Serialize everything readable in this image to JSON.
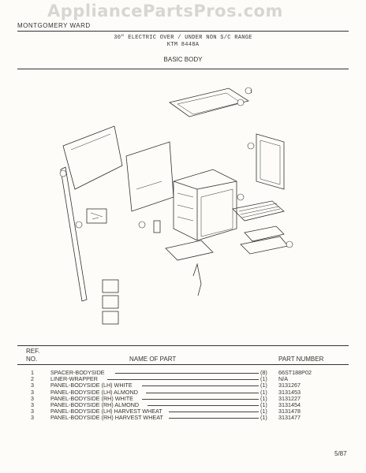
{
  "watermark": "AppliancePartsPros.com",
  "brand": "MONTGOMERY WARD",
  "header": {
    "line1": "30\" ELECTRIC OVER / UNDER NON S/C RANGE",
    "line2": "KTM 8448A"
  },
  "section_title": "BASIC BODY",
  "callout_label": "1",
  "table": {
    "ref_header_1": "REF.",
    "ref_header_2": "NO.",
    "name_header": "NAME OF PART",
    "number_header": "PART NUMBER",
    "rows": [
      {
        "ref": "1",
        "name": "SPACER-BODYSIDE",
        "qty": "(8)",
        "part": "66ST188P02"
      },
      {
        "ref": "2",
        "name": "LINER-WRAPPER",
        "qty": "(1)",
        "part": "N/A"
      },
      {
        "ref": "3",
        "name": "PANEL-BODYSIDE (LH) WHITE",
        "qty": "(1)",
        "part": "3131267"
      },
      {
        "ref": "3",
        "name": "PANEL-BODYSIDE (LH) ALMOND",
        "qty": "(1)",
        "part": "3131453"
      },
      {
        "ref": "3",
        "name": "PANEL-BODYSIDE (RH) WHITE",
        "qty": "(1)",
        "part": "3131227"
      },
      {
        "ref": "3",
        "name": "PANEL-BODYSIDE (RH) ALMOND",
        "qty": "(1)",
        "part": "3131454"
      },
      {
        "ref": "3",
        "name": "PANEL-BODYSIDE (LH) HARVEST WHEAT",
        "qty": "(1)",
        "part": "3131478"
      },
      {
        "ref": "3",
        "name": "PANEL-BODYSIDE (RH) HARVEST WHEAT",
        "qty": "(1)",
        "part": "3131477"
      }
    ]
  },
  "page_footer": "5/87",
  "colors": {
    "ink": "#333333",
    "paper": "#fdfcf8",
    "watermark": "#d8d6d2"
  }
}
